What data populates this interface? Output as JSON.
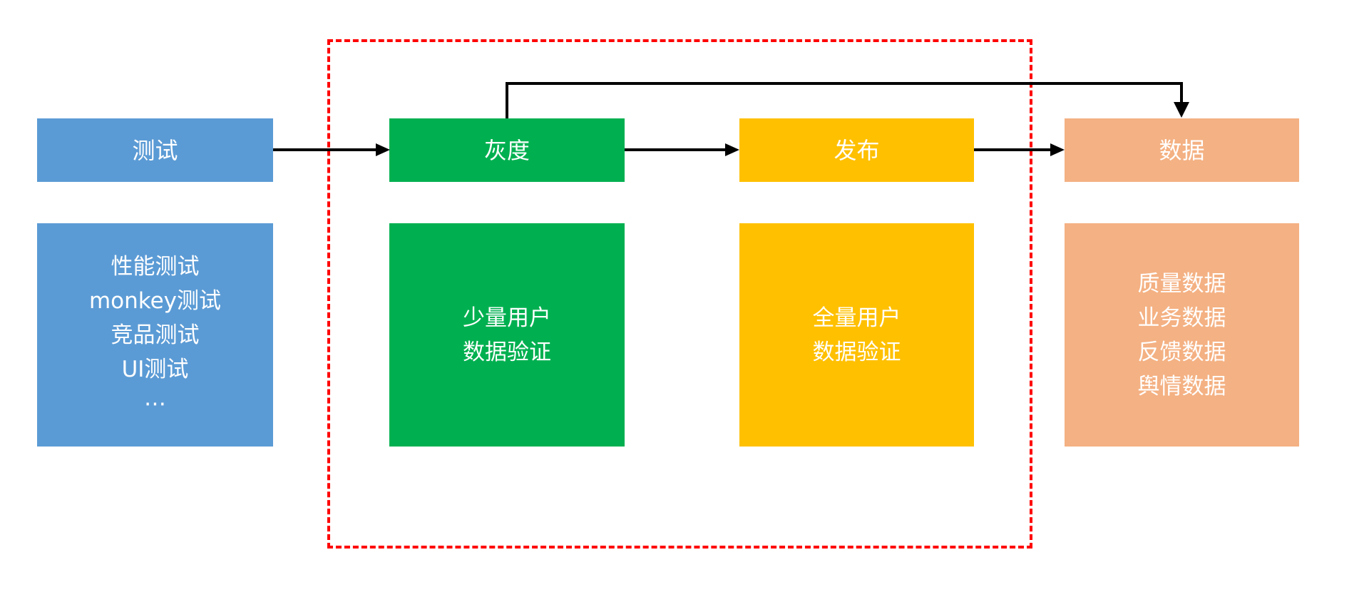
{
  "colors": {
    "test_blue": "#5B9BD5",
    "gray_green": "#00B050",
    "release_yellow": "#FFC000",
    "data_orange": "#F4B183",
    "boundary_red": "#FF0000",
    "arrow_black": "#000000",
    "text_white": "#FFFFFF"
  },
  "stages": {
    "test": {
      "label": "测试",
      "details": [
        "性能测试",
        "monkey测试",
        "竞品测试",
        "UI测试",
        "⋯"
      ]
    },
    "gray": {
      "label": "灰度",
      "details": [
        "少量用户",
        "数据验证"
      ]
    },
    "release": {
      "label": "发布",
      "details": [
        "全量用户",
        "数据验证"
      ]
    },
    "data": {
      "label": "数据",
      "details": [
        "质量数据",
        "业务数据",
        "反馈数据",
        "舆情数据"
      ]
    }
  },
  "edges": [
    {
      "from": "test",
      "to": "gray",
      "type": "flow"
    },
    {
      "from": "gray",
      "to": "release",
      "type": "flow"
    },
    {
      "from": "release",
      "to": "data",
      "type": "flow"
    },
    {
      "from": "gray",
      "to": "data",
      "type": "feedback"
    }
  ]
}
